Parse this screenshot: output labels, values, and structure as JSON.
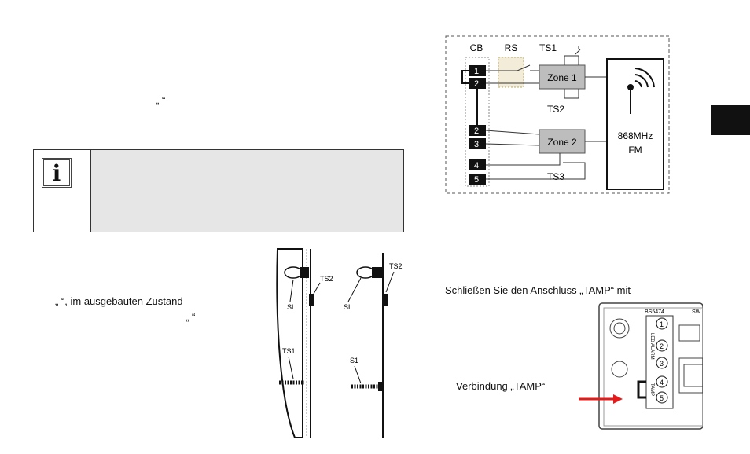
{
  "page": {
    "quote_marks_top": "„     “",
    "tamper_line": "„       “, im ausgebauten Zustand",
    "quote_marks_mid": "„     “",
    "close_tamp_text": "Schließen Sie den Anschluss „TAMP“ mit",
    "connection_label": "Verbindung „TAMP“",
    "info_icon_letter": "i"
  },
  "wiring_diagram": {
    "cb": "CB",
    "rs": "RS",
    "ts1": "TS1",
    "ts2": "TS2",
    "ts3": "TS3",
    "zone1": "Zone 1",
    "zone2": "Zone 2",
    "freq": "868MHz",
    "mod": "FM",
    "terminals": [
      "1",
      "2",
      "2",
      "3",
      "4",
      "5"
    ]
  },
  "side_view": {
    "ts2_left": "TS2",
    "ts2_right": "TS2",
    "sl_left": "SL",
    "sl_right": "SL",
    "ts1": "TS1",
    "s1": "S1"
  },
  "board": {
    "header": "BS5474",
    "sw": "SW",
    "pins": [
      "1",
      "2",
      "3",
      "4",
      "5"
    ],
    "side_label": "LED ALARM",
    "tamp_label": "TAMP"
  },
  "colors": {
    "arrow": "#e31b1b",
    "zone_fill": "#bdbdbd",
    "rs_fill": "#f3ecd8",
    "info_fill": "#e6e6e6"
  }
}
